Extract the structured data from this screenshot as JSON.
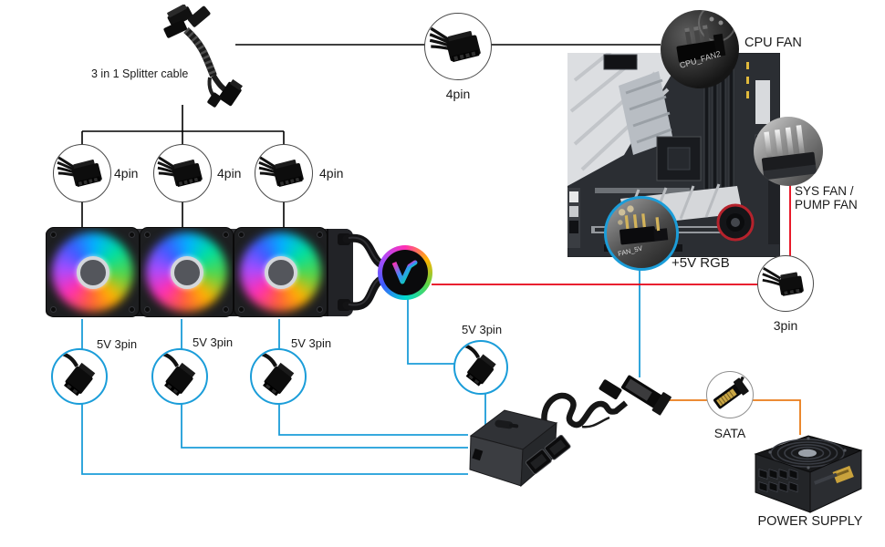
{
  "colors": {
    "argb_line": "#1b9dd9",
    "fan_line": "#e60012",
    "power_line": "#e97b17",
    "signal_line": "#000000"
  },
  "splitter": {
    "label": "3 in 1 Splitter cable",
    "top_pin_label": "4pin",
    "outputs": [
      {
        "label": "4pin"
      },
      {
        "label": "4pin"
      },
      {
        "label": "4pin"
      }
    ]
  },
  "motherboard": {
    "cpu_fan_label": "CPU FAN",
    "cpu_fan_silkscreen": "CPU_FAN2",
    "sys_fan_label_line1": "SYS FAN /",
    "sys_fan_label_line2": "PUMP FAN",
    "rgb_header_label": "+5V RGB",
    "rgb_header_silkscreen": "FAN_5V",
    "pump_fan_pin_label": "3pin"
  },
  "argb": {
    "pump_pin_label": "5V 3pin",
    "fan_pin_labels": [
      {
        "label": "5V 3pin"
      },
      {
        "label": "5V 3pin"
      },
      {
        "label": "5V 3pin"
      }
    ]
  },
  "power": {
    "sata_label": "SATA",
    "psu_label": "POWER SUPPLY"
  }
}
